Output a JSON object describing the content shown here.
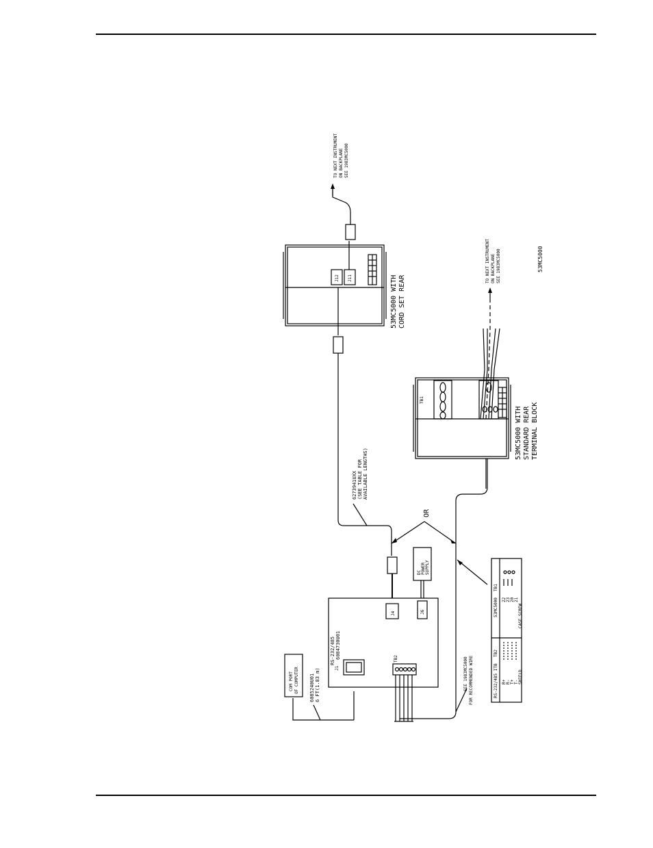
{
  "labels": {
    "instrument_top_line1": "TO NEXT INSTRUMENT",
    "instrument_top_line2": "ON BACKPLANE",
    "instrument_top_line3": "SEE 1983MC5000",
    "instrument_mid_line1": "TO NEXT INSTRUMENT",
    "instrument_mid_line2": "ON BACKPLANE",
    "instrument_mid_line3": "SEE 1983MC5000",
    "cordset_title_line1": "53MC5000 WITH",
    "cordset_title_line2": "CORD SET REAR",
    "terminal_title_line1": "53MC5000 WITH",
    "terminal_title_line2": "STANDARD REAR",
    "terminal_title_line3": "TERMINAL BLOCK",
    "model_number": "53MC5000",
    "tb1": "TB1",
    "cable_part_line1": "6273941UXX",
    "cable_part_line2": "(SEE TABLE FOR",
    "cable_part_line3": "AVAILABLE LENGTHS)",
    "or": "OR",
    "dc_power_line1": "DC",
    "dc_power_line2": "POWER",
    "dc_power_line3": "SUPPLY",
    "converter_line1": "RS-232/485",
    "converter_line2": "6084730U01",
    "com_port_line1": "COM PORT",
    "com_port_line2": "OF COMPUTER",
    "computer_cable_line1": "6085240U01",
    "computer_cable_line2": "6 FT(1.83 m)",
    "wire_note_line1": "SEE 1983MC5000",
    "wire_note_line2": "FOR RECOMMENDED WIRE",
    "tb2": "TB2",
    "j4": "J4",
    "j1": "J1",
    "j6": "J6",
    "j11": "J11",
    "j12": "J12"
  },
  "wiring_table": {
    "left_header_line1": "RS-232/485 ITB",
    "left_header_line2": "TB2",
    "right_header_line1": "53MC5000",
    "right_header_line2": "TB1",
    "left_rows": [
      "R+",
      "R-",
      "T+",
      "T-",
      "SHIELD"
    ],
    "right_rows": [
      "22",
      "23",
      "20",
      "21"
    ],
    "case_screw": "CASE SCREW"
  }
}
